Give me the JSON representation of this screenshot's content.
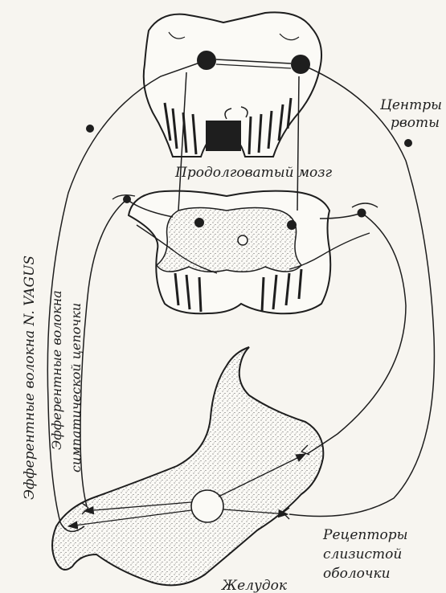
{
  "labels": {
    "vomiting_centers_line1": "Центры",
    "vomiting_centers_line2": "рвоты",
    "medulla": "Продолговатый мозг",
    "vagus_fibers": "Эфферентные волокна   N. VAGUS",
    "sympathetic_fibers_line1": "Эфферентные волокна",
    "sympathetic_fibers_line2": "симпатической цепочки",
    "receptors_line1": "Рецепторы",
    "receptors_line2": "слизистой",
    "receptors_line3": "оболочки",
    "stomach": "Желудок"
  },
  "colors": {
    "ink": "#1e1e1e",
    "paper": "#f7f5f0",
    "stipple": "#2a2a2a"
  }
}
